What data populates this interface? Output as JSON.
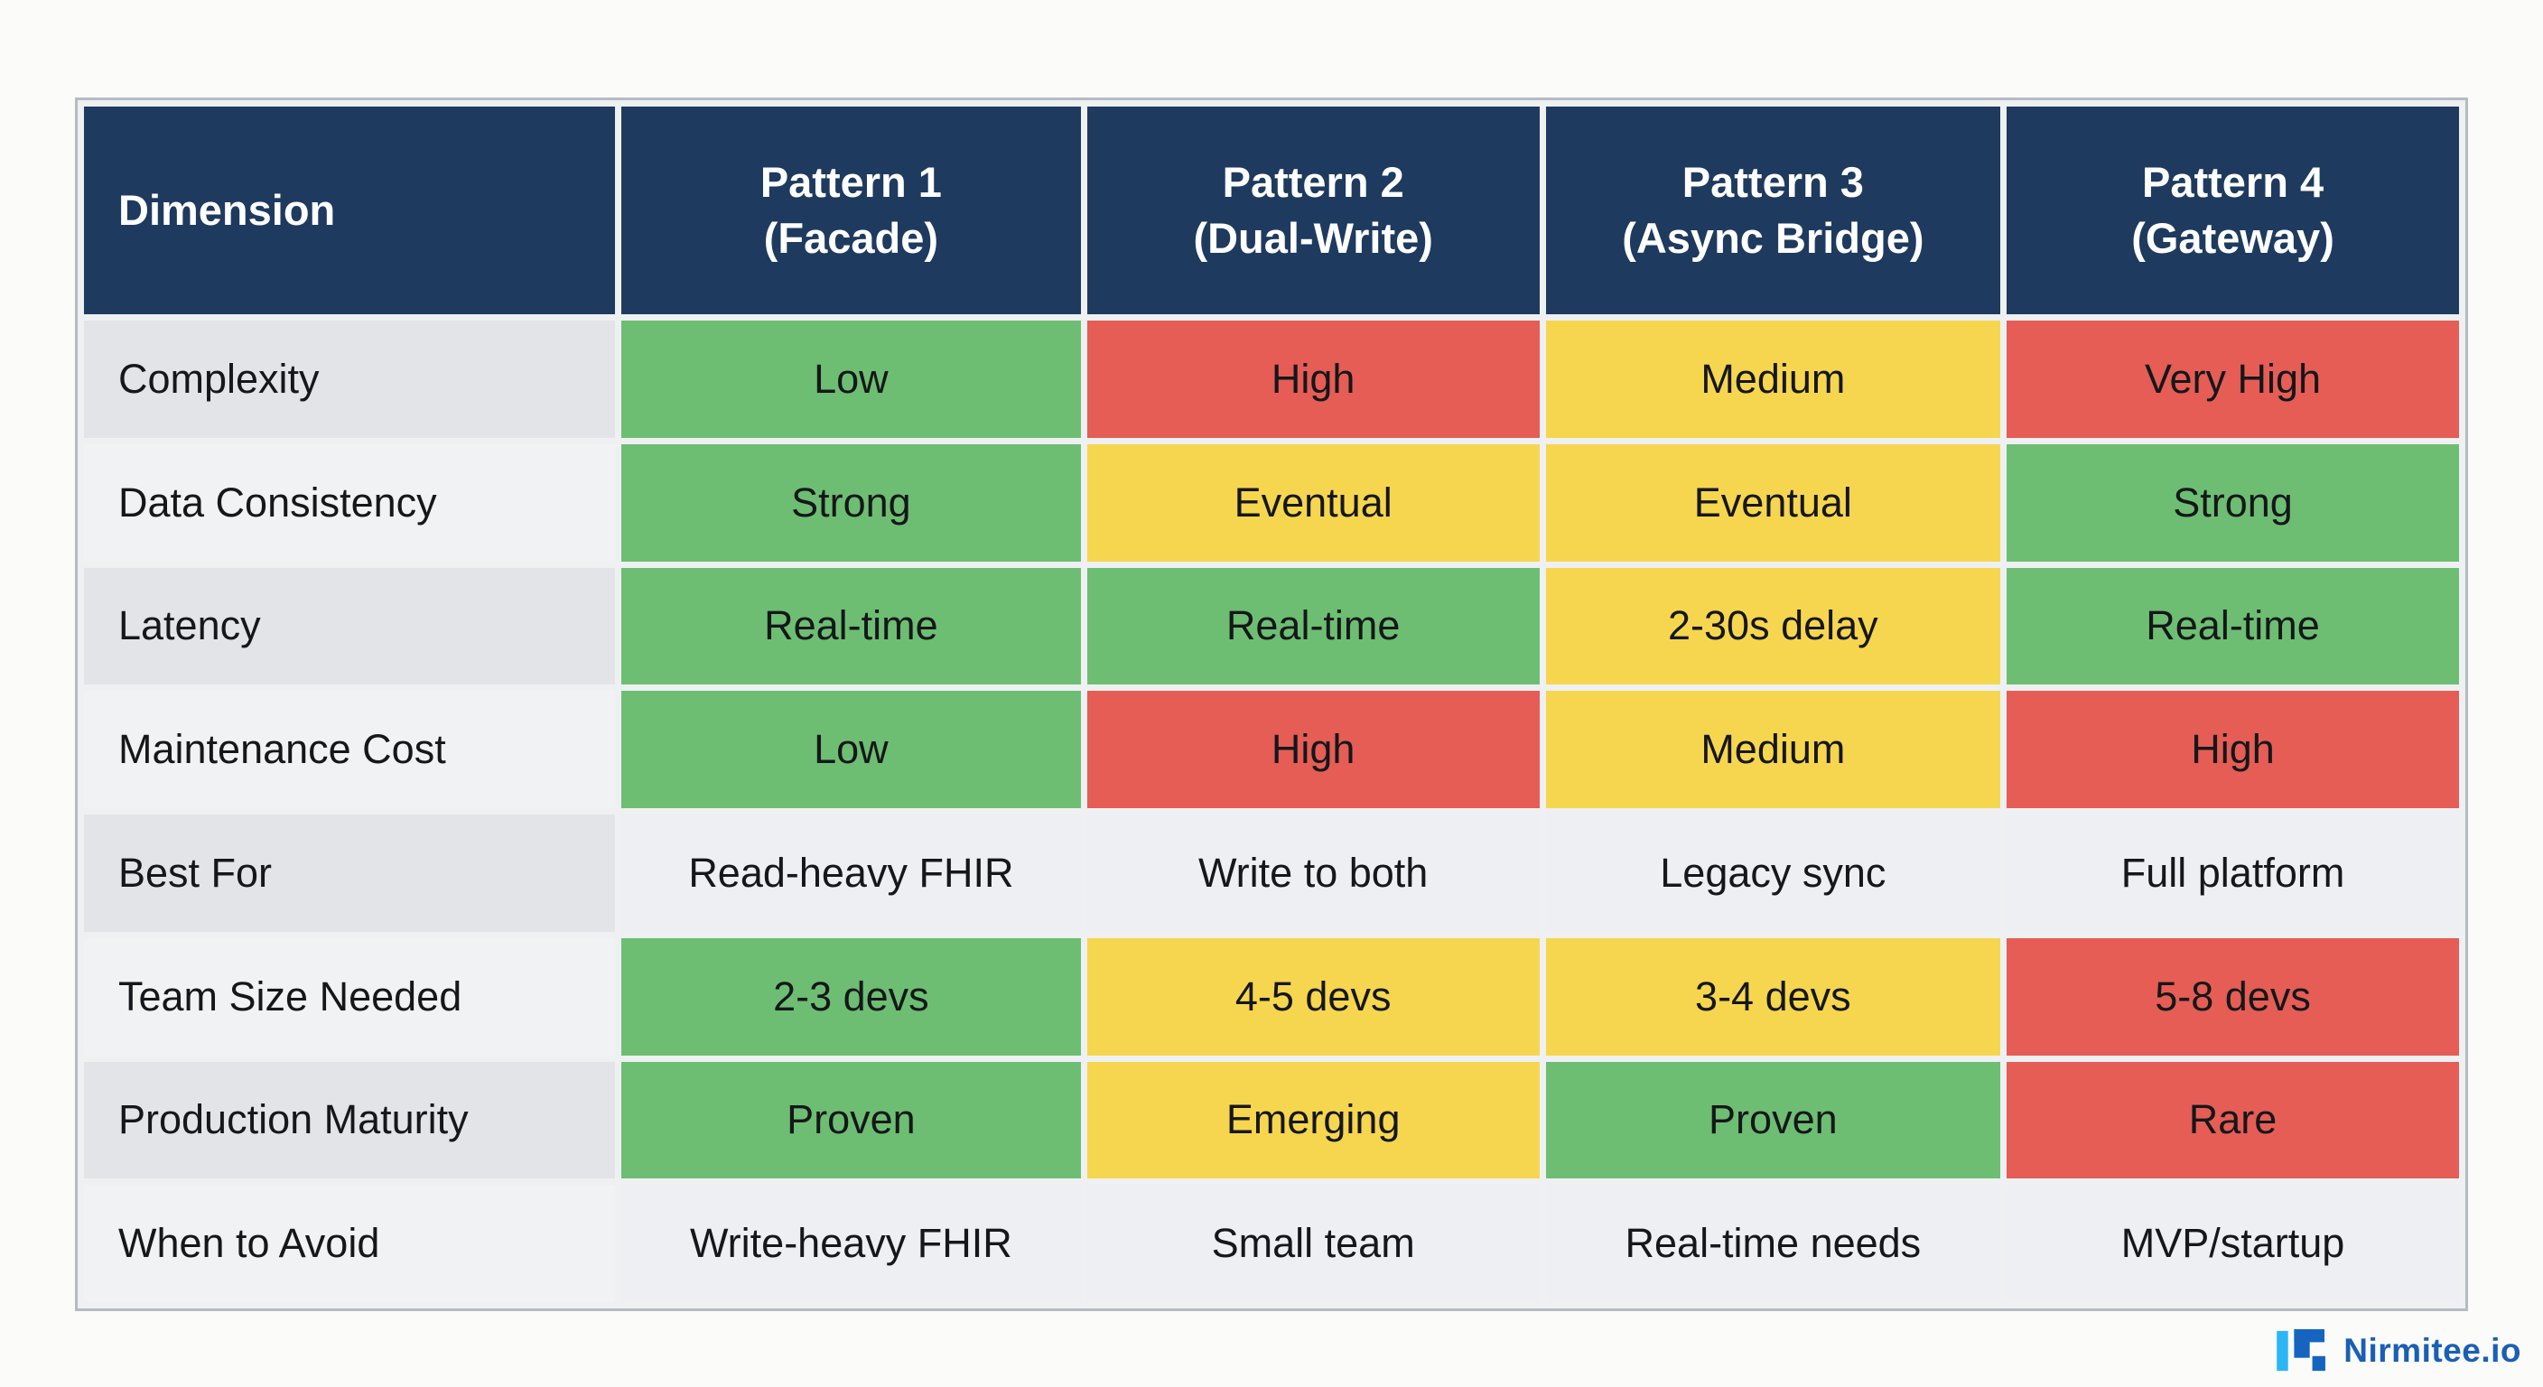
{
  "chart_data": {
    "type": "table",
    "header": {
      "bg": "#1e3a5f",
      "text_color": "#ffffff",
      "columns": [
        {
          "label": "Dimension",
          "sub": ""
        },
        {
          "label": "Pattern 1",
          "sub": "(Facade)"
        },
        {
          "label": "Pattern 2",
          "sub": "(Dual-Write)"
        },
        {
          "label": "Pattern 3",
          "sub": "(Async Bridge)"
        },
        {
          "label": "Pattern 4",
          "sub": "(Gateway)"
        }
      ]
    },
    "status_colors": {
      "good": "#6dbe72",
      "warn": "#f6d64f",
      "bad": "#e55d55",
      "neutral": "#edeff2"
    },
    "label_colors": [
      "#e2e4e8",
      "#f0f2f4"
    ],
    "rows": [
      {
        "dimension": "Complexity",
        "cells": [
          {
            "text": "Low",
            "status": "good"
          },
          {
            "text": "High",
            "status": "bad"
          },
          {
            "text": "Medium",
            "status": "warn"
          },
          {
            "text": "Very High",
            "status": "bad"
          }
        ]
      },
      {
        "dimension": "Data Consistency",
        "cells": [
          {
            "text": "Strong",
            "status": "good"
          },
          {
            "text": "Eventual",
            "status": "warn"
          },
          {
            "text": "Eventual",
            "status": "warn"
          },
          {
            "text": "Strong",
            "status": "good"
          }
        ]
      },
      {
        "dimension": "Latency",
        "cells": [
          {
            "text": "Real-time",
            "status": "good"
          },
          {
            "text": "Real-time",
            "status": "good"
          },
          {
            "text": "2-30s delay",
            "status": "warn"
          },
          {
            "text": "Real-time",
            "status": "good"
          }
        ]
      },
      {
        "dimension": "Maintenance Cost",
        "cells": [
          {
            "text": "Low",
            "status": "good"
          },
          {
            "text": "High",
            "status": "bad"
          },
          {
            "text": "Medium",
            "status": "warn"
          },
          {
            "text": "High",
            "status": "bad"
          }
        ]
      },
      {
        "dimension": "Best For",
        "cells": [
          {
            "text": "Read-heavy FHIR",
            "status": "neutral"
          },
          {
            "text": "Write to both",
            "status": "neutral"
          },
          {
            "text": "Legacy sync",
            "status": "neutral"
          },
          {
            "text": "Full platform",
            "status": "neutral"
          }
        ]
      },
      {
        "dimension": "Team Size Needed",
        "cells": [
          {
            "text": "2-3 devs",
            "status": "good"
          },
          {
            "text": "4-5 devs",
            "status": "warn"
          },
          {
            "text": "3-4 devs",
            "status": "warn"
          },
          {
            "text": "5-8 devs",
            "status": "bad"
          }
        ]
      },
      {
        "dimension": "Production Maturity",
        "cells": [
          {
            "text": "Proven",
            "status": "good"
          },
          {
            "text": "Emerging",
            "status": "warn"
          },
          {
            "text": "Proven",
            "status": "good"
          },
          {
            "text": "Rare",
            "status": "bad"
          }
        ]
      },
      {
        "dimension": "When to Avoid",
        "cells": [
          {
            "text": "Write-heavy FHIR",
            "status": "neutral"
          },
          {
            "text": "Small team",
            "status": "neutral"
          },
          {
            "text": "Real-time needs",
            "status": "neutral"
          },
          {
            "text": "MVP/startup",
            "status": "neutral"
          }
        ]
      }
    ]
  },
  "footer": {
    "brand": "Nirmitee.io",
    "brand_color": "#1a5fb4",
    "icon_cyan": "#2bb7f5",
    "icon_blue": "#1565c0"
  }
}
